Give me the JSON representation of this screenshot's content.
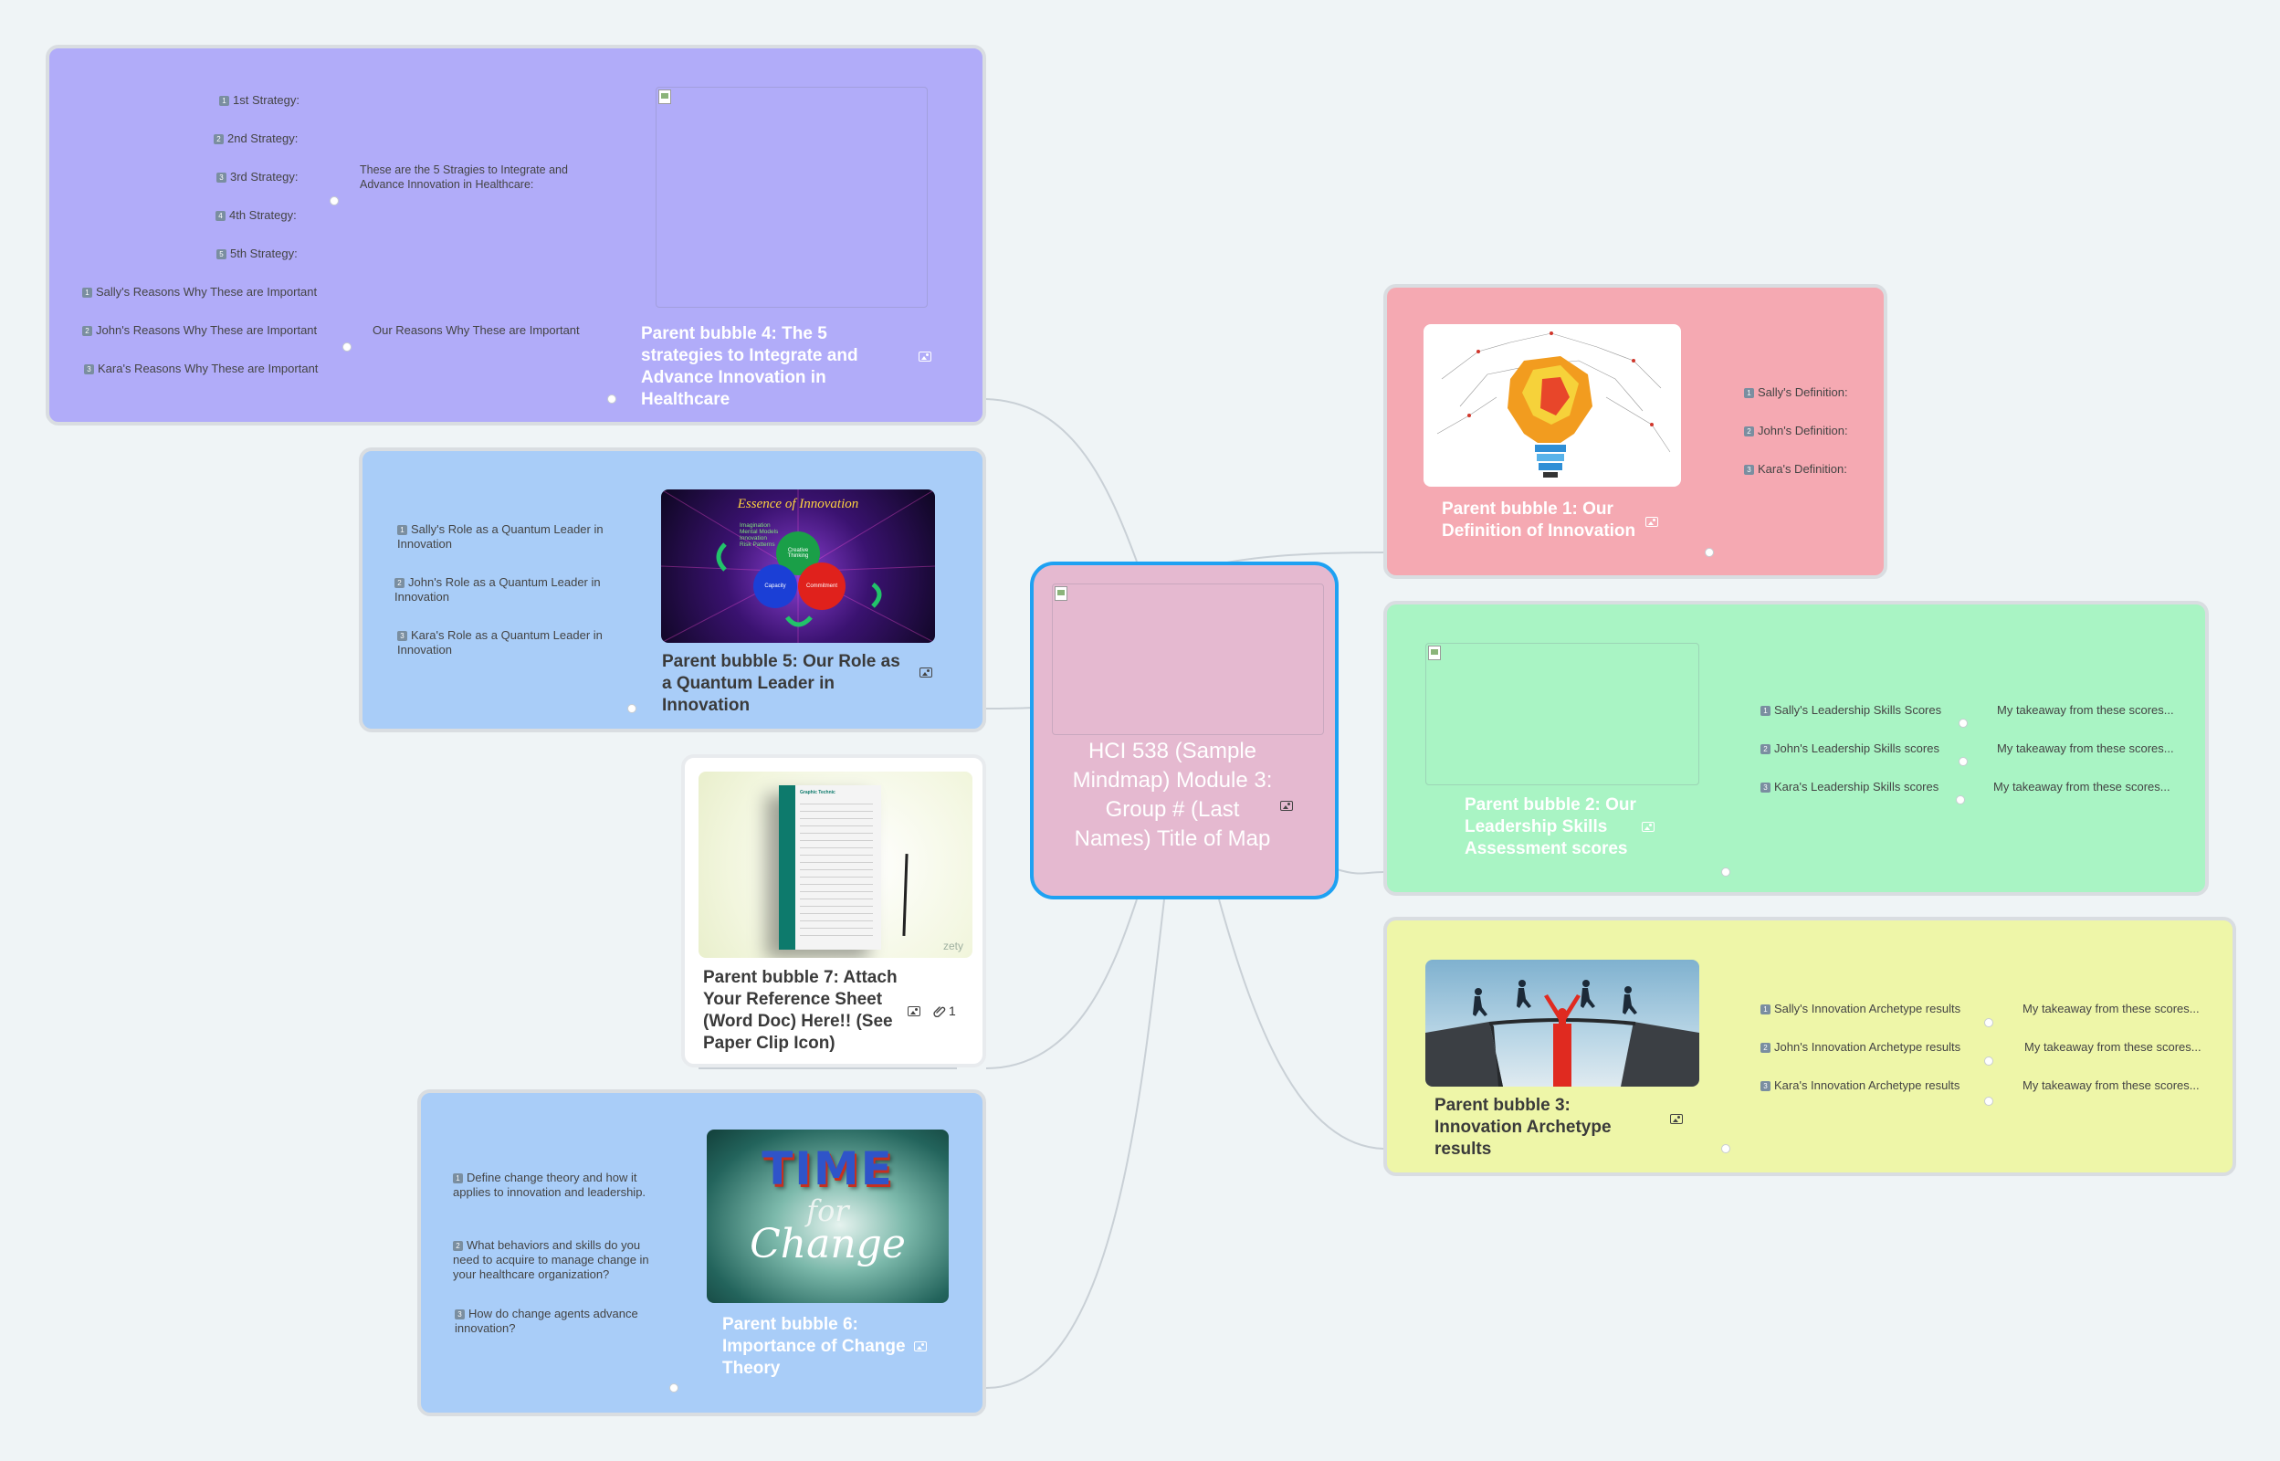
{
  "central": {
    "title": "HCI 538 (Sample Mindmap) Module 3: Group # (Last Names) Title of Map"
  },
  "bubble1": {
    "title": "Parent bubble 1: Our Definition of Innovation",
    "children": [
      "Sally's Definition:",
      "John's Definition:",
      "Kara's Definition:"
    ]
  },
  "bubble2": {
    "title": "Parent bubble 2: Our Leadership Skills Assessment scores",
    "children": [
      "Sally's Leadership Skills Scores",
      "John's Leadership Skills scores",
      "Kara's Leadership Skills scores"
    ],
    "takeaways": [
      "My takeaway from these scores...",
      "My takeaway from these scores...",
      "My takeaway from these scores..."
    ]
  },
  "bubble3": {
    "title": "Parent bubble 3: Innovation Archetype results",
    "children": [
      "Sally's Innovation Archetype results",
      "John's Innovation Archetype results",
      "Kara's Innovation Archetype results"
    ],
    "takeaways": [
      "My takeaway from these scores...",
      "My takeaway from these scores...",
      "My takeaway from these scores..."
    ]
  },
  "bubble4": {
    "title": "Parent bubble 4: The 5 strategies to Integrate and Advance Innovation in Healthcare",
    "strategies_header": "These are the 5 Stragies to Integrate and Advance Innovation in Healthcare:",
    "strategies": [
      "1st Strategy:",
      "2nd Strategy:",
      "3rd Strategy:",
      "4th Strategy:",
      "5th Strategy:"
    ],
    "reasons_header": "Our Reasons Why These are Important",
    "reasons": [
      "Sally's Reasons Why These are Important",
      "John's Reasons Why These are Important",
      "Kara's Reasons Why These are Important"
    ]
  },
  "bubble5": {
    "title": "Parent bubble 5: Our Role as a Quantum Leader in Innovation",
    "image_caption": "Essence of Innovation",
    "image_circles": [
      "Creative Thinking",
      "Capacity",
      "Commitment"
    ],
    "image_list": [
      "Imagination",
      "Mental Models",
      "Innovation",
      "Risk Patterns"
    ],
    "children": [
      "Sally's Role as a Quantum Leader in Innovation",
      "John's Role as a Quantum Leader in Innovation",
      "Kara's Role as a Quantum Leader in Innovation"
    ]
  },
  "bubble6": {
    "title": "Parent bubble 6: Importance of Change Theory",
    "image_words": [
      "TIME",
      "for",
      "Change"
    ],
    "children": [
      "Define change theory and how it applies to innovation and leadership.",
      "What behaviors and skills do you need to acquire to manage change in your healthcare organization?",
      "How do change agents advance innovation?"
    ]
  },
  "bubble7": {
    "title": "Parent bubble 7: Attach Your Reference Sheet (Word Doc) Here!! (See Paper Clip Icon)",
    "attachment_count": "1",
    "image_brand": "zety",
    "doc_heading": "Graphic Technic"
  },
  "numbers": [
    "1",
    "2",
    "3",
    "4",
    "5"
  ],
  "icons": [
    "image-icon",
    "paperclip-icon"
  ],
  "colors": {
    "background": "#eff4f6",
    "central": "#e5b9d0",
    "central_border": "#1ea1f2",
    "bubble1": "#f5a9b2",
    "bubble2": "#a9f4c4",
    "bubble3": "#eef6a8",
    "bubble4": "#b1acf9",
    "bubble5": "#a9cdf8",
    "bubble6": "#a9cdf8",
    "bubble7": "#ffffff"
  }
}
